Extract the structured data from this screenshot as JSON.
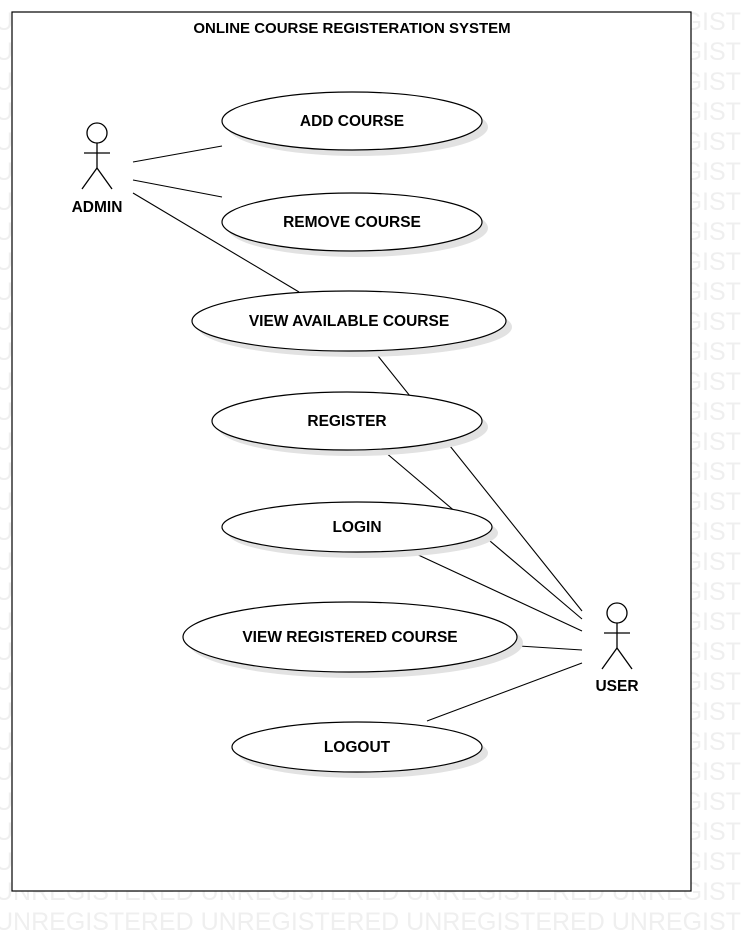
{
  "watermark": "UNREGISTERED",
  "system": {
    "title": "ONLINE COURSE REGISTERATION SYSTEM"
  },
  "actors": [
    {
      "id": "admin",
      "name": "ADMIN"
    },
    {
      "id": "user",
      "name": "USER"
    }
  ],
  "use_cases": [
    {
      "id": "add_course",
      "label": "ADD COURSE"
    },
    {
      "id": "remove_course",
      "label": "REMOVE COURSE"
    },
    {
      "id": "view_available_course",
      "label": "VIEW AVAILABLE COURSE"
    },
    {
      "id": "register",
      "label": "REGISTER"
    },
    {
      "id": "login",
      "label": "LOGIN"
    },
    {
      "id": "view_registered_course",
      "label": "VIEW REGISTERED COURSE"
    },
    {
      "id": "logout",
      "label": "LOGOUT"
    }
  ],
  "associations": [
    {
      "actor": "admin",
      "use_case": "add_course"
    },
    {
      "actor": "admin",
      "use_case": "remove_course"
    },
    {
      "actor": "admin",
      "use_case": "view_available_course"
    },
    {
      "actor": "user",
      "use_case": "view_available_course"
    },
    {
      "actor": "user",
      "use_case": "register"
    },
    {
      "actor": "user",
      "use_case": "login"
    },
    {
      "actor": "user",
      "use_case": "view_registered_course"
    },
    {
      "actor": "user",
      "use_case": "logout"
    }
  ]
}
